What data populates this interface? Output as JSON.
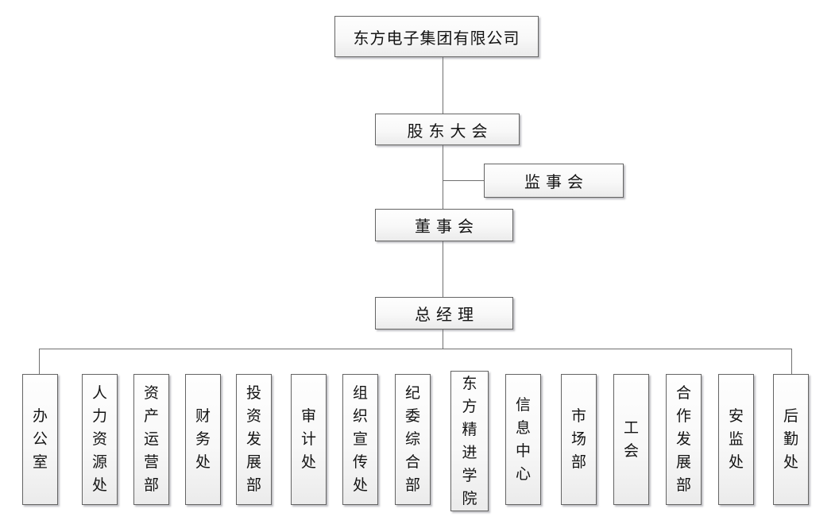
{
  "org_chart": {
    "company": {
      "label": "东方电子集团有限公司"
    },
    "shareholders_meeting": {
      "label": "股东大会"
    },
    "supervisory_board": {
      "label": "监事会"
    },
    "board_of_directors": {
      "label": "董事会"
    },
    "general_manager": {
      "label": "总经理"
    },
    "departments": [
      "办公室",
      "人力资源处",
      "资产运营部",
      "财务处",
      "投资发展部",
      "审计处",
      "组织宣传处",
      "纪委综合部",
      "东方精进学院",
      "信息中心",
      "市场部",
      "工会",
      "合作发展部",
      "安监处",
      "后勤处"
    ]
  },
  "colors": {
    "box_border": "#646464",
    "box_fill_top": "#fefefe",
    "box_fill_bottom": "#ebebeb",
    "connector": "#6f6f6f",
    "text": "#141414",
    "background": "#ffffff"
  }
}
